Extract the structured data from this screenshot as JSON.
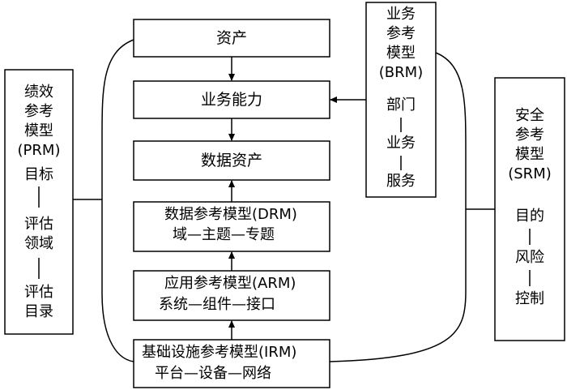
{
  "center": {
    "assets": "资产",
    "capability": "业务能力",
    "data_assets": "数据资产",
    "drm": {
      "title": "数据参考模型(DRM)",
      "sub": "域—主题—专题"
    },
    "arm": {
      "title": "应用参考模型(ARM)",
      "sub": "系统—组件—接口"
    },
    "irm": {
      "title": "基础设施参考模型(IRM)",
      "sub": "平台—设备—网络"
    }
  },
  "prm": {
    "lines": [
      "绩效",
      "参考",
      "模型",
      "(PRM)"
    ],
    "items": [
      "目标",
      "评估",
      "领域",
      "评估",
      "目录"
    ]
  },
  "brm": {
    "lines": [
      "业务",
      "参考",
      "模型",
      "(BRM)"
    ],
    "items": [
      "部门",
      "业务",
      "服务"
    ]
  },
  "srm": {
    "lines": [
      "安全",
      "参考",
      "模型",
      "(SRM)"
    ],
    "items": [
      "目的",
      "风险",
      "控制"
    ]
  }
}
